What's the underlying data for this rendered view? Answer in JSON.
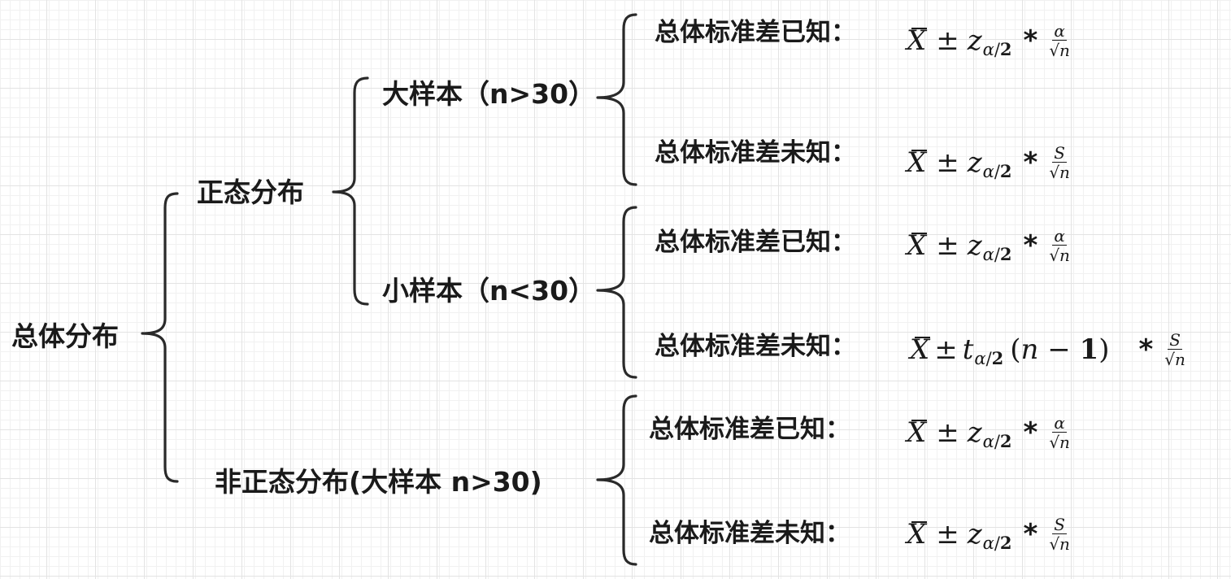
{
  "root": {
    "label": "总体分布"
  },
  "normal": {
    "label": "正态分布"
  },
  "large_sample": {
    "label": "大样本（n>30）"
  },
  "small_sample": {
    "label": "小样本（n<30）"
  },
  "non_normal": {
    "label": "非正态分布(大样本 n>30)"
  },
  "leaves": [
    {
      "condition": "总体标准差已知：",
      "mean": "X",
      "pm": "±",
      "critical": "z",
      "sub_alpha": "α",
      "sub_slash": "/",
      "sub_two": "2",
      "df": "",
      "times": "*",
      "numerator": "α",
      "denominator": "√n"
    },
    {
      "condition": "总体标准差未知：",
      "mean": "X",
      "pm": "±",
      "critical": "z",
      "sub_alpha": "α",
      "sub_slash": "/",
      "sub_two": "2",
      "df": "",
      "times": "*",
      "numerator": "S",
      "denominator": "√n"
    },
    {
      "condition": "总体标准差已知：",
      "mean": "X",
      "pm": "±",
      "critical": "z",
      "sub_alpha": "α",
      "sub_slash": "/",
      "sub_two": "2",
      "df": "",
      "times": "*",
      "numerator": "α",
      "denominator": "√n"
    },
    {
      "condition": "总体标准差未知：",
      "mean": "X",
      "pm": "±",
      "critical": "t",
      "sub_alpha": "α",
      "sub_slash": "/",
      "sub_two": "2",
      "df_open": "(",
      "df_n": "n",
      "df_minus": " − ",
      "df_one": "1",
      "df_close": ")",
      "times": "*",
      "numerator": "S",
      "denominator": "√n"
    },
    {
      "condition": "总体标准差已知：",
      "mean": "X",
      "pm": "±",
      "critical": "z",
      "sub_alpha": "α",
      "sub_slash": "/",
      "sub_two": "2",
      "df": "",
      "times": "*",
      "numerator": "α",
      "denominator": "√n"
    },
    {
      "condition": "总体标准差未知：",
      "mean": "X",
      "pm": "±",
      "critical": "z",
      "sub_alpha": "α",
      "sub_slash": "/",
      "sub_two": "2",
      "df": "",
      "times": "*",
      "numerator": "S",
      "denominator": "√n"
    }
  ]
}
